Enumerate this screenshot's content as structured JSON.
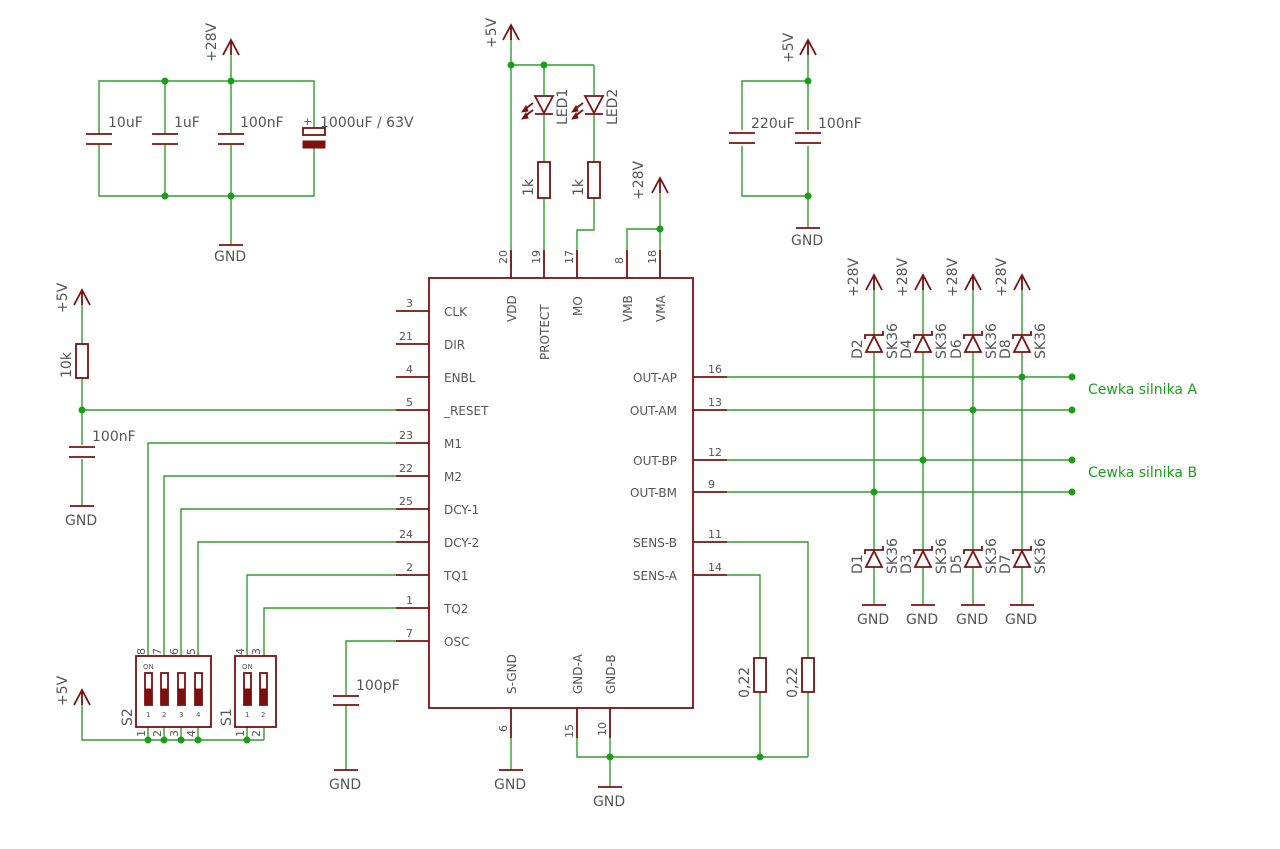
{
  "supply": {
    "p28": "+28V",
    "p5": "+5V",
    "gnd": "GND"
  },
  "caps": {
    "c10u": "10uF",
    "c1u": "1uF",
    "c100n": "100nF",
    "c1000u": "1000uF / 63V",
    "c220u": "220uF",
    "c100p": "100pF"
  },
  "res": {
    "r1k": "1k",
    "r10k": "10k",
    "r022": "0,22"
  },
  "leds": {
    "led1": "LED1",
    "led2": "LED2"
  },
  "diodes": {
    "part": "SK36",
    "top": [
      {
        "name": "D2"
      },
      {
        "name": "D4"
      },
      {
        "name": "D6"
      },
      {
        "name": "D8"
      }
    ],
    "bot": [
      {
        "name": "D1"
      },
      {
        "name": "D3"
      },
      {
        "name": "D5"
      },
      {
        "name": "D7"
      }
    ]
  },
  "switches": {
    "s2": {
      "name": "S2",
      "on": "ON",
      "pins": [
        "1",
        "2",
        "3",
        "4"
      ],
      "top": [
        "8",
        "7",
        "6",
        "5"
      ]
    },
    "s1": {
      "name": "S1",
      "on": "ON",
      "pins": [
        "1",
        "2"
      ],
      "top": [
        "4",
        "3"
      ]
    }
  },
  "ic": {
    "left": [
      {
        "num": "3",
        "name": "CLK"
      },
      {
        "num": "21",
        "name": "DIR"
      },
      {
        "num": "4",
        "name": "ENBL"
      },
      {
        "num": "5",
        "name": "_RESET"
      },
      {
        "num": "23",
        "name": "M1"
      },
      {
        "num": "22",
        "name": "M2"
      },
      {
        "num": "25",
        "name": "DCY-1"
      },
      {
        "num": "24",
        "name": "DCY-2"
      },
      {
        "num": "2",
        "name": "TQ1"
      },
      {
        "num": "1",
        "name": "TQ2"
      },
      {
        "num": "7",
        "name": "OSC"
      }
    ],
    "right": [
      {
        "num": "16",
        "name": "OUT-AP"
      },
      {
        "num": "13",
        "name": "OUT-AM"
      },
      {
        "num": "12",
        "name": "OUT-BP"
      },
      {
        "num": "9",
        "name": "OUT-BM"
      },
      {
        "num": "11",
        "name": "SENS-B"
      },
      {
        "num": "14",
        "name": "SENS-A"
      }
    ],
    "top": [
      {
        "num": "20",
        "name": "VDD"
      },
      {
        "num": "19",
        "name": "PROTECT"
      },
      {
        "num": "17",
        "name": "MO"
      },
      {
        "num": "8",
        "name": "VMB"
      },
      {
        "num": "18",
        "name": "VMA"
      }
    ],
    "bottom": [
      {
        "num": "6",
        "name": "S-GND"
      },
      {
        "num": "15",
        "name": "GND-A"
      },
      {
        "num": "10",
        "name": "GND-B"
      }
    ]
  },
  "coils": {
    "a": "Cewka silnika A",
    "b": "Cewka silnika B"
  }
}
